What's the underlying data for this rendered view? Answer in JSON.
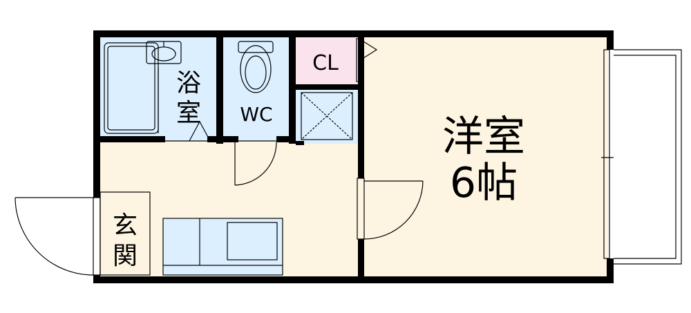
{
  "rooms": {
    "bath": {
      "label_top": "浴",
      "label_bottom": "室",
      "fill": "#dcefff"
    },
    "wc": {
      "label": "WC",
      "fill": "#dcefff"
    },
    "closet": {
      "label": "CL",
      "fill": "#fbe3ee"
    },
    "storage": {
      "fill": "#dcefff"
    },
    "western_room": {
      "label_line1": "洋室",
      "label_line2": "6帖",
      "fill": "#fdf5e2"
    },
    "kitchen": {
      "fill": "#fdf5e2"
    },
    "entrance": {
      "label_top": "玄",
      "label_bottom": "関",
      "fill": "#fdf5e2"
    },
    "counter": {
      "fill": "#dcefff"
    }
  },
  "colors": {
    "wall": "#000000",
    "line": "#000000",
    "background": "#ffffff"
  }
}
